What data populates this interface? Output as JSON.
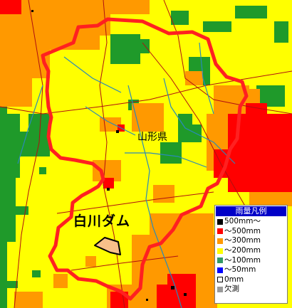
{
  "map": {
    "prefecture_label": "山形県",
    "dam_label": "白川ダム"
  },
  "legend": {
    "title": "雨量凡例",
    "items": [
      {
        "label": "500mm〜",
        "color": "#000000"
      },
      {
        "label": "〜500mm",
        "color": "#ff0000"
      },
      {
        "label": "〜300mm",
        "color": "#ff9900"
      },
      {
        "label": "〜200mm",
        "color": "#ffff00"
      },
      {
        "label": "〜100mm",
        "color": "#339966"
      },
      {
        "label": "〜50mm",
        "color": "#0000ff"
      },
      {
        "label": "0mm",
        "color": "#ffffff"
      },
      {
        "label": "欠測",
        "color": "#999999"
      }
    ]
  },
  "colors": {
    "background_rain": "#ffff00",
    "boundary": "#ff2020",
    "rivers": "#2a8ab8",
    "roads": "#b01010",
    "dam_fill": "#f7c08a"
  }
}
